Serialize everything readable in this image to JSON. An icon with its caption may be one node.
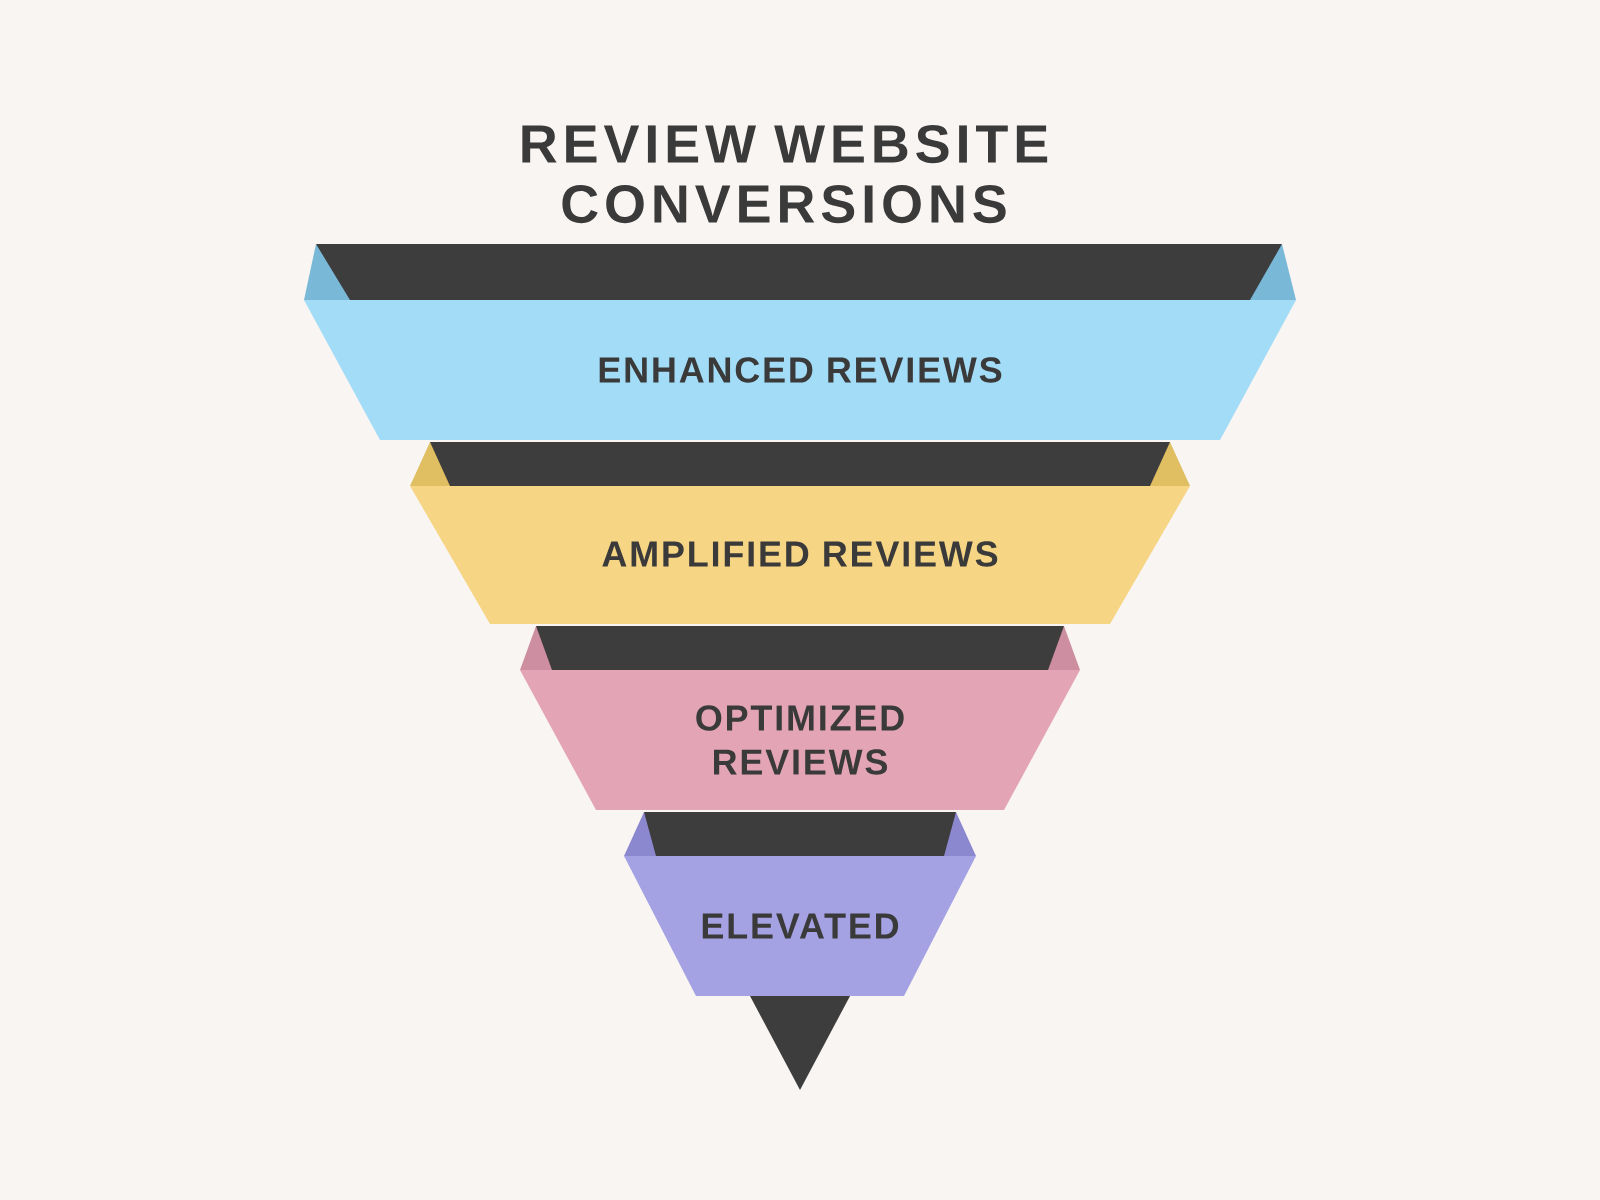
{
  "diagram": {
    "title": "REVIEW WEBSITE CONVERSIONS",
    "nodes": [
      {
        "text": [
          "ENHANCED REVIEWS"
        ]
      },
      {
        "text": [
          "AMPLIFIED REVIEWS"
        ]
      },
      {
        "text": [
          "OPTIMIZED REVIEWS"
        ]
      },
      {
        "text": [
          "ELEVATED"
        ]
      }
    ]
  }
}
